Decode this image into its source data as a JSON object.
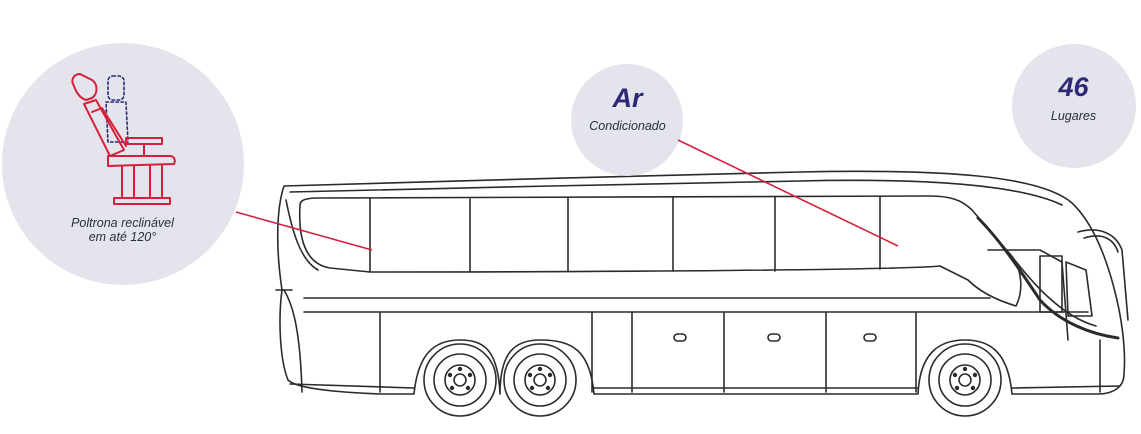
{
  "features": {
    "seat": {
      "caption_line1": "Poltrona reclinável",
      "caption_line2": "em até 120°",
      "icon": "reclining-seat-icon"
    },
    "air": {
      "title": "Ar",
      "caption": "Condicionado"
    },
    "capacity": {
      "number": "46",
      "caption": "Lugares"
    }
  },
  "colors": {
    "badge_bg": "#e4e5ec",
    "accent_red": "#d61f3c",
    "heading_navy": "#2e2875",
    "outline": "#2b2b2b"
  }
}
